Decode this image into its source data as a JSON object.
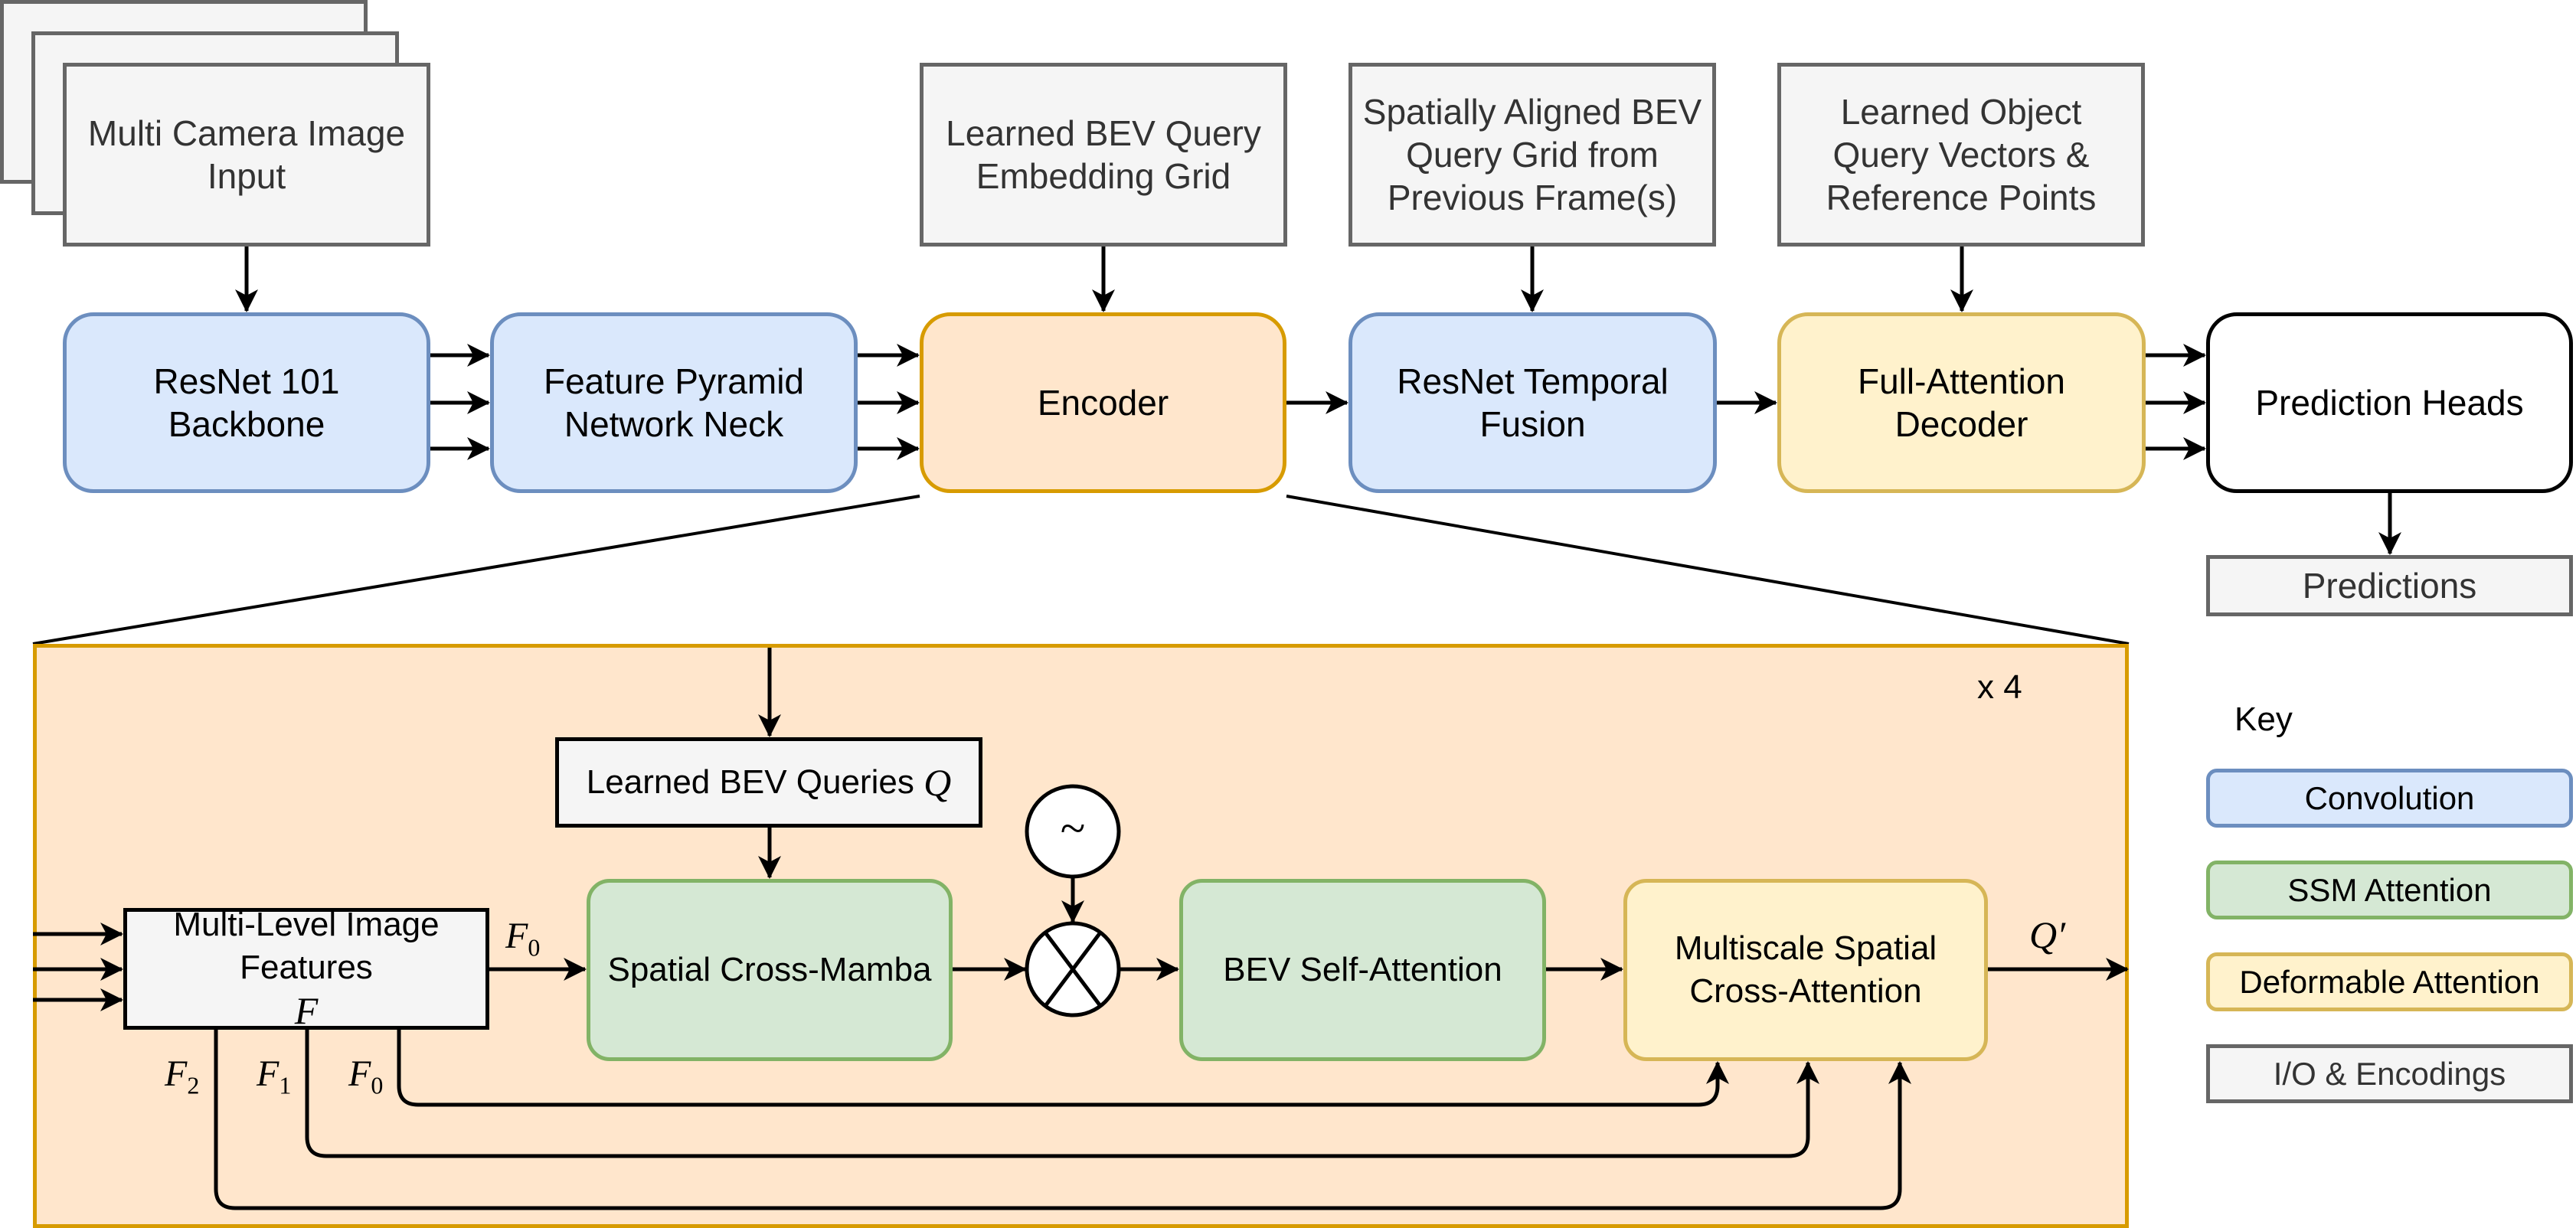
{
  "top_inputs": {
    "camera": "Multi Camera Image Input",
    "bev_grid": "Learned BEV Query Embedding Grid",
    "prev_frames": "Spatially Aligned BEV Query Grid from Previous Frame(s)",
    "object_queries": "Learned Object Query Vectors & Reference Points"
  },
  "pipeline": {
    "backbone": "ResNet 101 Backbone",
    "fpn": "Feature Pyramid Network Neck",
    "encoder": "Encoder",
    "temporal": "ResNet Temporal Fusion",
    "decoder": "Full-Attention Decoder",
    "heads": "Prediction Heads",
    "predictions": "Predictions"
  },
  "encoder_detail": {
    "repeat": "x 4",
    "bev_queries": "Learned BEV Queries",
    "bev_queries_symbol": "Q",
    "image_features": "Multi-Level Image Features",
    "image_features_symbol": "F",
    "cross_mamba": "Spatial Cross-Mamba",
    "self_attention": "BEV Self-Attention",
    "multiscale": "Multiscale Spatial Cross-Attention",
    "positional_symbol": "~",
    "f0_label": "F",
    "f0_sub": "0",
    "f1_sub": "1",
    "f2_sub": "2",
    "output_symbol": "Q′"
  },
  "key": {
    "title": "Key",
    "items": [
      {
        "label": "Convolution",
        "fill": "#dae8fc",
        "stroke": "#6c8ebf"
      },
      {
        "label": "SSM Attention",
        "fill": "#d5e8d4",
        "stroke": "#82b366"
      },
      {
        "label": "Deformable Attention",
        "fill": "#fff2cc",
        "stroke": "#d6b656"
      },
      {
        "label": "I/O & Encodings",
        "fill": "#f5f5f5",
        "stroke": "#666666"
      }
    ]
  }
}
